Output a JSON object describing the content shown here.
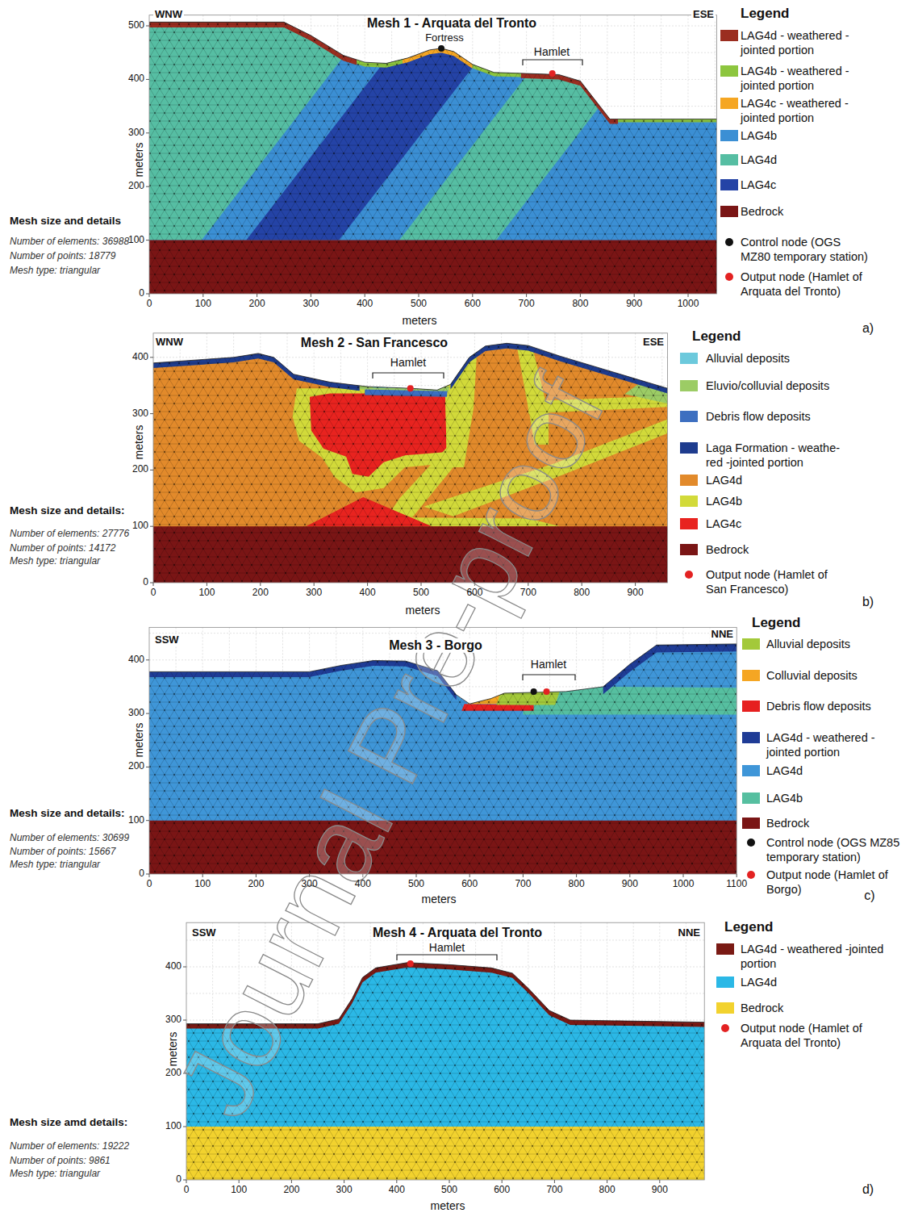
{
  "diagram": {
    "labels": [
      "Mesh 1 - Arquata del Tronto",
      "WNW",
      "ESE",
      "Fortress",
      "Hamlet",
      "Legend",
      "Mesh size and details",
      "Number of elements: 36988",
      "Number of points: 18779",
      "Mesh type: triangular",
      "meters",
      "meters",
      "a)",
      "0",
      "100",
      "200",
      "300",
      "400",
      "500",
      "0",
      "100",
      "200",
      "300",
      "400",
      "500",
      "600",
      "700",
      "800",
      "900",
      "1000",
      "Mesh 2 - San Francesco",
      "WNW",
      "ESE",
      "Hamlet",
      "Legend",
      "Mesh size and details:",
      "Number of elements: 27776",
      "Number of points: 14172",
      "Mesh type: triangular",
      "meters",
      "meters",
      "b)",
      "0",
      "100",
      "200",
      "300",
      "400",
      "0",
      "100",
      "200",
      "300",
      "400",
      "500",
      "600",
      "700",
      "800",
      "900",
      "Mesh 3 - Borgo",
      "SSW",
      "NNE",
      "Hamlet",
      "Legend",
      "Mesh size and details:",
      "Number of elements: 30699",
      "Number of points: 15667",
      "Mesh type: triangular",
      "meters",
      "meters",
      "c)",
      "0",
      "100",
      "200",
      "300",
      "400",
      "0",
      "100",
      "200",
      "300",
      "400",
      "500",
      "600",
      "700",
      "800",
      "900",
      "1000",
      "1100",
      "Mesh 4 - Arquata del Tronto",
      "SSW",
      "NNE",
      "Hamlet",
      "Legend",
      "Mesh size amd details:",
      "Number of elements: 19222",
      "Number of points: 9861",
      "Mesh type: triangular",
      "meters",
      "meters",
      "d)",
      "0",
      "100",
      "200",
      "300",
      "400",
      "0",
      "100",
      "200",
      "300",
      "400",
      "500",
      "600",
      "700",
      "800",
      "900",
      "Journal Pre-proof"
    ],
    "legend": [
      {
        "text": "LAG4d - weathered -jointed portion",
        "color": "#9b2d20"
      },
      {
        "text": "LAG4b - weathered -jointed portion",
        "color": "#8dc63f"
      },
      {
        "text": "LAG4c - weathered -jointed portion",
        "color": "#f5a623"
      },
      {
        "text": "LAG4b",
        "color": "#3b8fd4"
      },
      {
        "text": "LAG4d",
        "color": "#56bea3"
      },
      {
        "text": "LAG4c",
        "color": "#2443a6"
      },
      {
        "text": "Bedrock",
        "color": "#7a1515"
      },
      {
        "text": "Control node (OGS MZ80 temporary station)"
      },
      {
        "text": "Output node (Hamlet of Arquata del Tronto)"
      },
      {
        "text": "Alluvial deposits",
        "color": "#6cc9dc"
      },
      {
        "text": "Eluvio/colluvial deposits",
        "color": "#9ccc65"
      },
      {
        "text": "Debris flow deposits",
        "color": "#3d6fc0"
      },
      {
        "text": "Laga Formation - weathe- red -jointed portion",
        "color": "#1e3c8e"
      },
      {
        "text": "LAG4d",
        "color": "#e28a2b"
      },
      {
        "text": "LAG4b",
        "color": "#d2da3a"
      },
      {
        "text": "LAG4c",
        "color": "#e8231f"
      },
      {
        "text": "Bedrock",
        "color": "#7a1515"
      },
      {
        "text": "Output node (Hamlet of San Francesco)"
      },
      {
        "text": "Alluvial deposits",
        "color": "#a3c93a"
      },
      {
        "text": "Colluvial deposits",
        "color": "#f5a623"
      },
      {
        "text": "Debris flow deposits",
        "color": "#e62020"
      },
      {
        "text": "LAG4d - weathered -jointed portion",
        "color": "#1f3c96"
      },
      {
        "text": "LAG4d",
        "color": "#3f96d8"
      },
      {
        "text": "LAG4b",
        "color": "#56bfa0"
      },
      {
        "text": "Bedrock",
        "color": "#7a1515"
      },
      {
        "text": "Control node (OGS MZ85 temporary station)"
      },
      {
        "text": "Output node (Hamlet of Borgo)"
      },
      {
        "text": "LAG4d - weathered -jointed portion",
        "color": "#7a1a14"
      },
      {
        "text": "LAG4d",
        "color": "#2bb8e6"
      },
      {
        "text": "Bedrock",
        "color": "#f2d22e"
      },
      {
        "text": "Output node (Hamlet of Arquata del Tronto)"
      }
    ]
  }
}
